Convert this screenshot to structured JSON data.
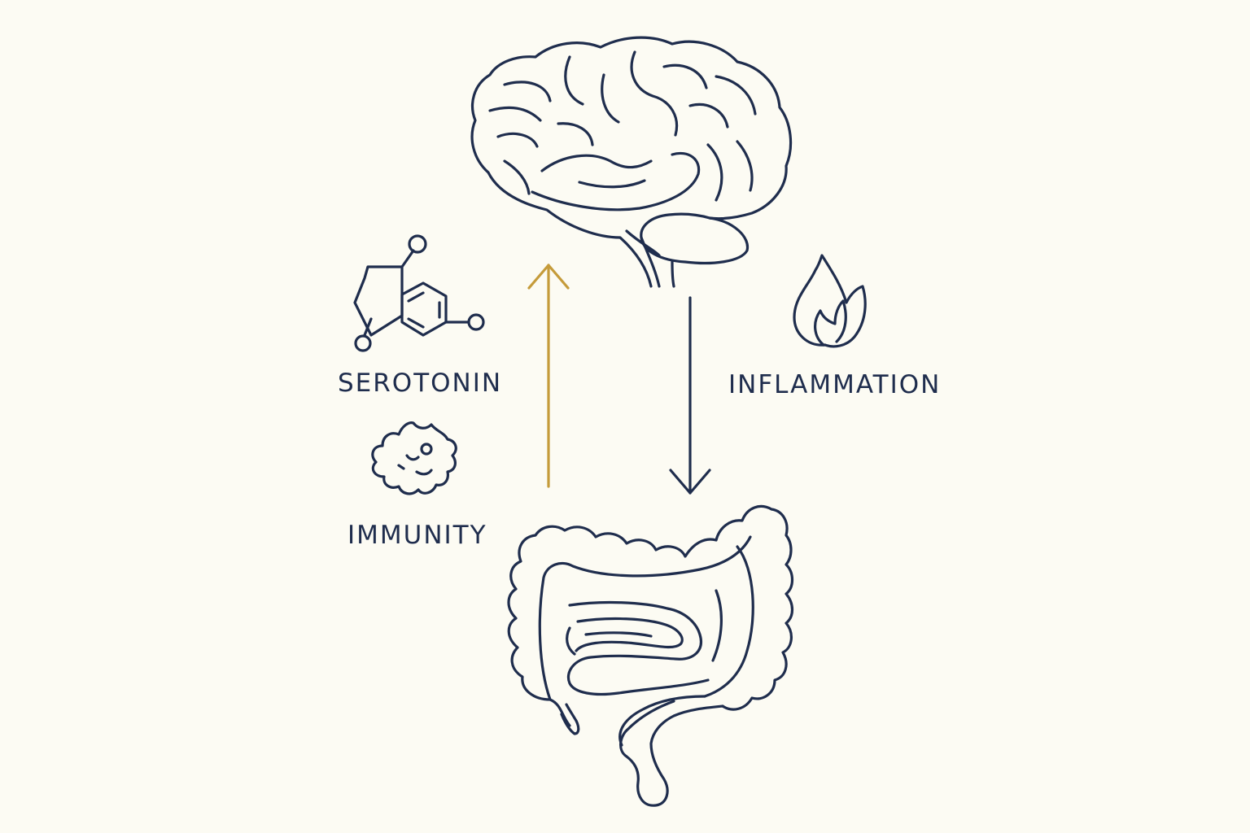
{
  "labels": {
    "serotonin": "SEROTONIN",
    "inflammation": "INFLAMMATION",
    "immunity": "IMMUNITY"
  },
  "icons": {
    "brain": "brain-icon",
    "gut": "intestine-icon",
    "serotonin": "molecule-icon",
    "immunity": "microbe-icon",
    "inflammation": "flame-icon"
  },
  "arrows": {
    "gut_to_brain": {
      "direction": "up",
      "color": "#c59b3a"
    },
    "brain_to_gut": {
      "direction": "down",
      "color": "#1f2d4d"
    }
  },
  "colors": {
    "background": "#fcfbf3",
    "ink": "#1f2d4d",
    "accent": "#c59b3a"
  }
}
